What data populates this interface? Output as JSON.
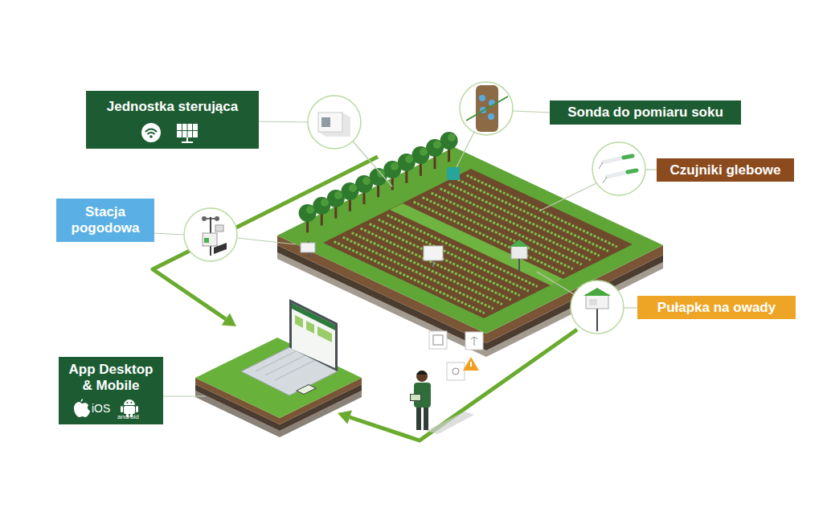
{
  "diagram": {
    "nodes": [
      {
        "text": [
          "Jednostka sterująca"
        ]
      },
      {
        "text": [
          "Sonda do pomiaru soku"
        ]
      },
      {
        "text": [
          "Czujniki glebowe"
        ]
      },
      {
        "text": [
          "Stacja pogodowa"
        ]
      },
      {
        "text": [
          "Pułapka na owady"
        ]
      },
      {
        "text": [
          "App Desktop & Mobile",
          "iOS",
          "android"
        ]
      }
    ]
  }
}
